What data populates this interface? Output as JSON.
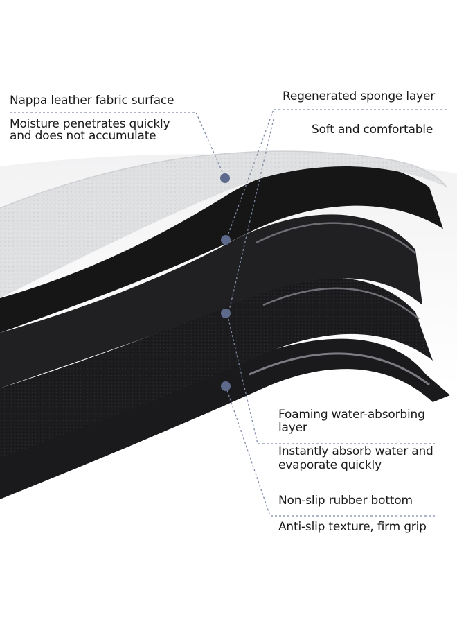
{
  "callouts": [
    {
      "id": "nappa",
      "title": "Nappa leather fabric surface",
      "description_lines": [
        "Moisture penetrates quickly",
        "and does not accumulate"
      ]
    },
    {
      "id": "sponge",
      "title": "Regenerated sponge layer",
      "description_lines": [
        "Soft and comfortable"
      ]
    },
    {
      "id": "foam",
      "title_lines": [
        "Foaming water-absorbing",
        "layer"
      ],
      "description_lines": [
        "Instantly absorb water and",
        "evaporate quickly"
      ]
    },
    {
      "id": "rubber",
      "title": "Non-slip rubber bottom",
      "description_lines": [
        "Anti-slip texture, firm grip"
      ]
    }
  ],
  "colors": {
    "leader_line": "#7e8aa6",
    "marker_dot": "#5d6a8c",
    "fabric_surface": "#dcdde0",
    "layer_dark": "#1b1b1d",
    "layer_edge": "#77797f",
    "background": "#ffffff"
  }
}
